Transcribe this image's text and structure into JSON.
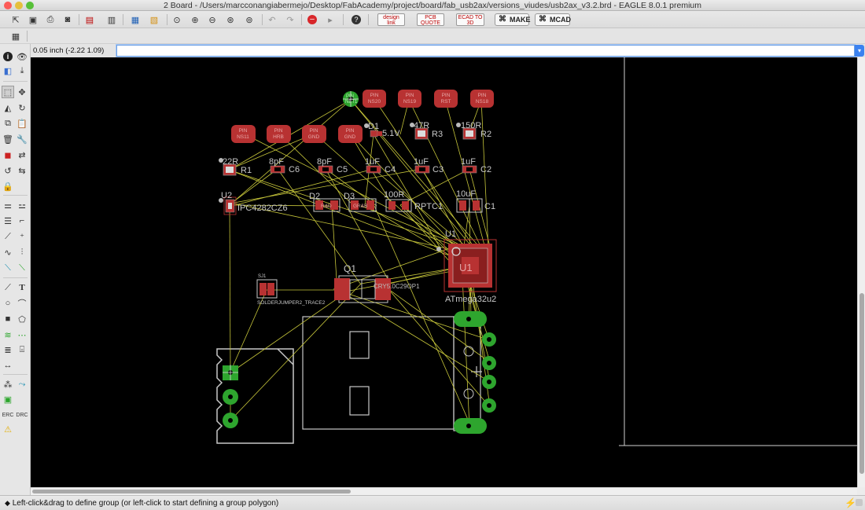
{
  "window": {
    "title": "2 Board - /Users/marcconangiabermejo/Desktop/FabAcademy/project/board/fab_usb2ax/versions_viudes/usb2ax_v3.2.brd - EAGLE 8.0.1 premium",
    "colors": {
      "close": "#fc5b57",
      "minimize": "#e5bf3c",
      "zoom": "#57c038"
    }
  },
  "toolbar": {
    "badges": [
      {
        "label": "design link"
      },
      {
        "label": "PCB QUOTE"
      },
      {
        "label": "ECAD TO 3D"
      }
    ],
    "make_label": "MAKE",
    "mcad_label": "MCAD",
    "icon_names": [
      "open-icon",
      "save-icon",
      "print-icon",
      "cam-icon",
      "scr-icon",
      "library-icon",
      "scr-run-icon",
      "ulp-icon",
      "zoom-fit-icon",
      "zoom-in-icon",
      "zoom-out-icon",
      "zoom-select-icon",
      "zoom-area-icon",
      "undo-icon",
      "redo-icon",
      "stop-icon",
      "help-icon"
    ]
  },
  "command_line": {
    "coordinates": "0.05 inch (-2.22 1.09)",
    "value": ""
  },
  "status_bar": {
    "message": "Left-click&drag to define group (or left-click to start defining a group polygon)"
  },
  "board": {
    "colors": {
      "background": "#000000",
      "smd_pad": "#b83232",
      "via": "#2ea52e",
      "airwire": "#c6c53a",
      "outline": "#c8c8c8",
      "origin": "#d0d0d0"
    },
    "pins_top": [
      {
        "name": "PIN",
        "sub": "NET1"
      },
      {
        "name": "PIN",
        "sub": "NS20"
      },
      {
        "name": "PIN",
        "sub": "NS19"
      },
      {
        "name": "PIN",
        "sub": "RST"
      },
      {
        "name": "PIN",
        "sub": "NS18"
      }
    ],
    "pins_row2": [
      {
        "name": "PIN",
        "sub": "NS11"
      },
      {
        "name": "PIN",
        "sub": "HRB"
      },
      {
        "name": "PIN",
        "sub": "GND"
      },
      {
        "name": "PIN",
        "sub": "GND"
      }
    ],
    "labels": {
      "d1": "D1",
      "d1_value": "5.1V",
      "r3_value": "47R",
      "r3": "R3",
      "r2_value": "150R",
      "r2": "R2",
      "r1_value": "22R",
      "r1": "R1",
      "c6_value": "8pF",
      "c6": "C6",
      "c5_value": "8pF",
      "c5": "C5",
      "c4_value": "1uF",
      "c4": "C4",
      "c3_value": "1uF",
      "c3": "C3",
      "c2_value": "1uF",
      "c2": "C2",
      "u2": "U2",
      "u2_value": "IPC4282CZ6",
      "d2": "D2",
      "d3": "D3",
      "rptc1_value": "100R",
      "rptc1": "RPTC1",
      "c1_value": "10uF",
      "c1": "C1",
      "u1": "U1",
      "u1_center": "U1",
      "u1_value": "ATmega32u2",
      "q1": "Q1",
      "q1_value": "CRY5.0C29OP1",
      "sj1": "SJ1",
      "sj1_value": "SOLDERJUMPER2_TRACE2",
      "d2_pad": "R&D",
      "d3_pad": "GR&B"
    }
  }
}
